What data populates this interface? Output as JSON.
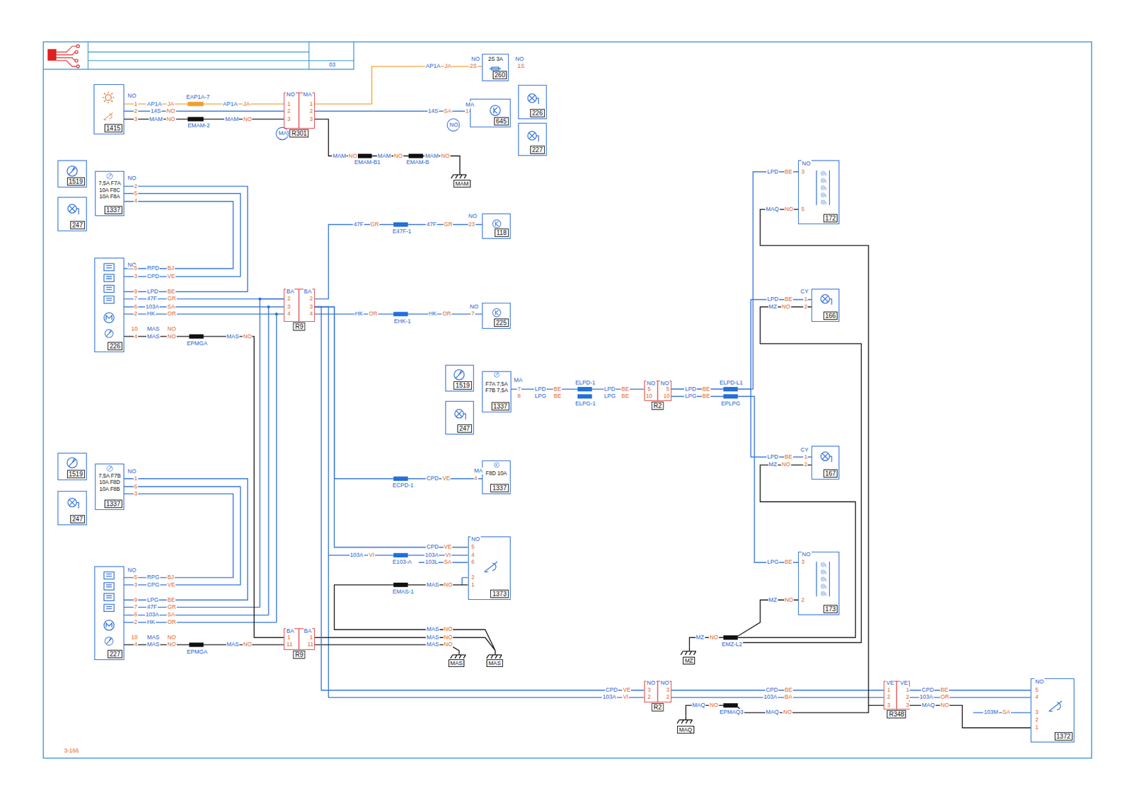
{
  "diagram": {
    "nodes": [
      {
        "text": [
          "1415"
        ]
      },
      {
        "text": [
          "R301"
        ]
      },
      {
        "text": [
          "2S 3A",
          "260"
        ]
      },
      {
        "text": [
          "645"
        ]
      },
      {
        "text": [
          "226"
        ]
      },
      {
        "text": [
          "227"
        ]
      },
      {
        "text": [
          "1519"
        ]
      },
      {
        "text": [
          "7,5A F7A",
          "10A F8C",
          "10A F8A",
          "1337"
        ]
      },
      {
        "text": [
          "247"
        ]
      },
      {
        "text": [
          "226"
        ]
      },
      {
        "text": [
          "R9"
        ]
      },
      {
        "text": [
          "118"
        ]
      },
      {
        "text": [
          "225"
        ]
      },
      {
        "text": [
          "1519"
        ]
      },
      {
        "text": [
          "F7A 7,5A",
          "F7B 7,5A",
          "1337"
        ]
      },
      {
        "text": [
          "247"
        ]
      },
      {
        "text": [
          "R2"
        ]
      },
      {
        "text": [
          "172"
        ]
      },
      {
        "text": [
          "166"
        ]
      },
      {
        "text": [
          "167"
        ]
      },
      {
        "text": [
          "173"
        ]
      },
      {
        "text": [
          "F8D 10A",
          "1337"
        ]
      },
      {
        "text": [
          "1373"
        ]
      },
      {
        "text": [
          "1519"
        ]
      },
      {
        "text": [
          "7,5A F7B",
          "10A F8D",
          "10A F8B",
          "1337"
        ]
      },
      {
        "text": [
          "247"
        ]
      },
      {
        "text": [
          "227"
        ]
      },
      {
        "text": [
          "R9"
        ]
      },
      {
        "text": [
          "R2"
        ]
      },
      {
        "text": [
          "R348"
        ]
      },
      {
        "text": [
          "1372"
        ]
      }
    ],
    "edges": [
      {
        "from": 0,
        "to": 1,
        "arrow": "none"
      },
      {
        "from": 1,
        "to": 2,
        "arrow": "none"
      },
      {
        "from": 1,
        "to": 3,
        "arrow": "none"
      },
      {
        "from": 7,
        "to": 9,
        "arrow": "none"
      },
      {
        "from": 9,
        "to": 10,
        "arrow": "none"
      },
      {
        "from": 10,
        "to": 11,
        "arrow": "none"
      },
      {
        "from": 10,
        "to": 12,
        "arrow": "none"
      },
      {
        "from": 14,
        "to": 16,
        "arrow": "none"
      },
      {
        "from": 16,
        "to": 17,
        "arrow": "none"
      },
      {
        "from": 16,
        "to": 18,
        "arrow": "none"
      },
      {
        "from": 16,
        "to": 19,
        "arrow": "none"
      },
      {
        "from": 16,
        "to": 20,
        "arrow": "none"
      },
      {
        "from": 10,
        "to": 21,
        "arrow": "none"
      },
      {
        "from": 10,
        "to": 22,
        "arrow": "none"
      },
      {
        "from": 24,
        "to": 26,
        "arrow": "none"
      },
      {
        "from": 26,
        "to": 10,
        "arrow": "none"
      },
      {
        "from": 9,
        "to": 27,
        "arrow": "none"
      },
      {
        "from": 26,
        "to": 27,
        "arrow": "none"
      },
      {
        "from": 10,
        "to": 28,
        "arrow": "none"
      },
      {
        "from": 28,
        "to": 29,
        "arrow": "none"
      },
      {
        "from": 29,
        "to": 30,
        "arrow": "none"
      },
      {
        "from": 17,
        "to": 29,
        "arrow": "none"
      }
    ],
    "labels": [
      "03",
      "3-166",
      "NO",
      "1",
      "2",
      "3",
      "AP1A",
      "JA",
      "14S",
      "NO",
      "MAM",
      "NO",
      "EAP1A-7",
      "EMAM-2",
      "AP1A",
      "JA",
      "MAM",
      "NO",
      "NO",
      "MA",
      "1",
      "2",
      "3",
      "1",
      "2",
      "3",
      "MA",
      "AP1A",
      "JA",
      "14S",
      "SA",
      "MAM",
      "NO",
      "EMAM-B1",
      "MAM",
      "NO",
      "EMAM-B",
      "MAM",
      "NO",
      "MAM",
      "NO",
      "2S",
      "NO",
      "1S",
      "MA",
      "1",
      "NO",
      "NO",
      "2",
      "5",
      "4",
      "NO",
      "5",
      "RPD",
      "BJ",
      "3",
      "CPD",
      "VE",
      "9",
      "LPD",
      "BE",
      "7",
      "47F",
      "GR",
      "6",
      "103A",
      "SA",
      "2",
      "HK",
      "OR",
      "10",
      "MAS",
      "NO",
      "4",
      "MAS",
      "NO",
      "EPMGA",
      "MAS",
      "NO",
      "BA",
      "BA",
      "2",
      "3",
      "4",
      "2",
      "3",
      "4",
      "47F",
      "GR",
      "E47F-1",
      "47F",
      "GR",
      "NO",
      "23",
      "HK",
      "OR",
      "EHK-1",
      "HK",
      "OR",
      "NO",
      "7",
      "MA",
      "7",
      "8",
      "LPD",
      "BE",
      "LPG",
      "BE",
      "ELPD-1",
      "ELPG-1",
      "LPD",
      "BE",
      "LPG",
      "BE",
      "NO",
      "NO",
      "5",
      "10",
      "5",
      "10",
      "LPD",
      "BE",
      "LPG",
      "BE",
      "ELPD-L1",
      "EPLPG",
      "NO",
      "3",
      "5",
      "LPD",
      "BE",
      "MAQ",
      "NO",
      "CY",
      "1",
      "2",
      "LPD",
      "BE",
      "MZ",
      "NO",
      "CY",
      "1",
      "2",
      "LPD",
      "BE",
      "MZ",
      "NO",
      "NO",
      "3",
      "2",
      "LPG",
      "BE",
      "MZ",
      "NO",
      "MZ",
      "NO",
      "EMZ-L2",
      "MZ",
      "MA",
      "4",
      "CPD",
      "VE",
      "ECPD-1",
      "NO",
      "5",
      "4",
      "6",
      "2",
      "1",
      "CPD",
      "VE",
      "103A",
      "VI",
      "103L",
      "SA",
      "103A",
      "VI",
      "E103-A",
      "MAS",
      "NO",
      "EMAS-1",
      "MAS",
      "NO",
      "MAS",
      "NO",
      "MAS",
      "NO",
      "MAS",
      "MAS",
      "NO",
      "1",
      "6",
      "3",
      "NO",
      "5",
      "RPG",
      "BJ",
      "3",
      "CPG",
      "VE",
      "9",
      "LPG",
      "BE",
      "7",
      "47F",
      "GR",
      "6",
      "103A",
      "SA",
      "2",
      "HK",
      "OR",
      "10",
      "MAS",
      "NO",
      "4",
      "MAS",
      "NO",
      "EPMGA",
      "MAS",
      "NO",
      "BA",
      "BA",
      "1",
      "11",
      "1",
      "11",
      "CPD",
      "VE",
      "103A",
      "VI",
      "NO",
      "NO",
      "3",
      "2",
      "3",
      "2",
      "CPD",
      "BE",
      "103A",
      "BA",
      "MAQ",
      "NO",
      "EPMAQ3",
      "MAQ",
      "MAQ",
      "NO",
      "VE",
      "VE",
      "1",
      "2",
      "3",
      "1",
      "2",
      "3",
      "CPD",
      "BE",
      "103A",
      "OR",
      "MAQ",
      "NO",
      "NO",
      "5",
      "4",
      "3",
      "2",
      "1",
      "103M",
      "SA"
    ]
  }
}
